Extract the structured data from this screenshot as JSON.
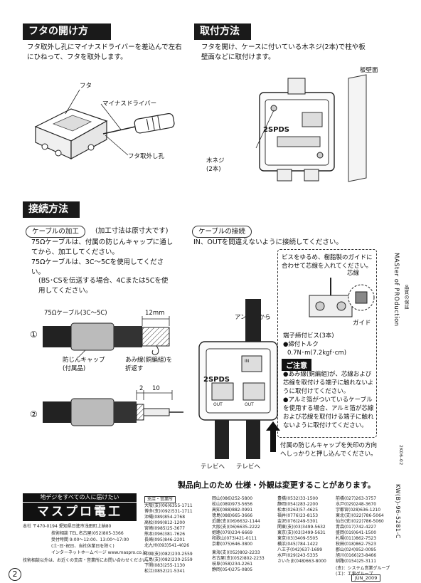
{
  "sections": {
    "open_lid": {
      "title": "フタの開け方",
      "text": "フタ取外し孔にマイナスドライバーを差込んで左右にひねって、フタを取外します。",
      "label_lid": "フタ",
      "label_driver": "マイナスドライバー",
      "label_hole": "フタ取外し孔"
    },
    "mounting": {
      "title": "取付方法",
      "text": "フタを開け、ケースに付いている木ネジ(2本)で柱や板壁面などに取付けます。",
      "label_wall": "板壁面",
      "label_screw": "木ネジ",
      "label_screw_count": "(2本)",
      "device_label": "2SPDS"
    },
    "connection": {
      "title": "接続方法",
      "cable_prep": {
        "pill": "ケーブルの加工",
        "note": "(加工寸法は原寸大です)",
        "bullet1": "75Ωケーブルは、付属の防じんキャップに通してから、加工してください。",
        "bullet2": "75Ωケーブルは、3C〜5Cを使用してください。",
        "bs_note": "(BS･CSを伝送する場合、4Cまたは5Cを使用してください。",
        "cable_label": "75Ωケーブル(3C〜5C)",
        "dim_12": "12mm",
        "step1": "①",
        "cap_label": "防じんキャップ",
        "cap_note": "(付属品)",
        "braid_label": "あみ線(銅編組)を",
        "braid_note": "折返す",
        "step2": "②",
        "dim_2": "2",
        "dim_10": "10"
      },
      "cable_connect": {
        "pill": "ケーブルの接続",
        "text": "IN、OUTを間違えないように接続してください。",
        "screw_note": "ビスをゆるめ、樹脂製のガイドに合わせて芯線を入れてください。",
        "core_label": "芯線",
        "guide_label": "ガイド",
        "antenna_label": "アンテナから",
        "terminal_label": "端子締付ビス(3本)",
        "torque_label": "●締付トルク",
        "torque_value": "0.7N･m(7.2kgf･cm)",
        "caution_title": "ご注意",
        "caution1": "●あみ線(銅編組)が、芯線および芯線を取付ける端子に触れないように取付けてください。",
        "caution2": "●アルミ箔がついているケーブルを使用する場合、アルミ箔が芯線および芯線を取付ける端子に触れないように取付けてください。",
        "cap_instruction": "付属の防じんキャップを矢印の方向へしっかりと押し込んでください。",
        "tv_label_1": "テレビへ",
        "tv_label_2": "テレビへ",
        "device_label": "2SPDS",
        "port_in": "IN",
        "port_out_1": "OUT",
        "port_out_2": "OUT"
      }
    }
  },
  "side_vertical": "MASter of PROduction",
  "side_vertical_sub": "品質の保証",
  "side_code_1": "2K06-02",
  "side_code_2": "KW(B)-96-5281-C",
  "notice": "製品向上のため 仕様・外観は変更することがあります。",
  "company": {
    "slogan": "地デジをすべての人に届けたい",
    "name": "マスプロ電工",
    "address": "本社 〒470-0194 愛知県日進市浅田町上納80",
    "tech": "技術相談 TEL.名古屋(052)805-3366",
    "hours": "受付時間 9:00〜12:00、13:00〜17:00",
    "holiday": "(土･日･祝日、当社休業日を除く)",
    "web": "インターネットホームページ www.maspro.co.jp",
    "product_note": "技術相談以外は、お近くの支店・営業所にお問い合わせください。",
    "branch_header": "支店・営業所"
  },
  "contacts_col1": [
    "大阪(支)(06)6355-1711",
    "博多(支)(092)531-1711",
    "沖縄(089)854-2768",
    "高松(099)812-1200",
    "宮崎(0985)25-3677",
    "熊本(096)381-7626",
    "長崎(095)846-2201",
    "北九州(093)541-4026"
  ],
  "contacts_col1b": [
    "中国(支)(082)230-2559",
    "広島(支)(082)230-2559",
    "下関(083)255-1130",
    "松江(0852)21-5341"
  ],
  "contacts_col2": [
    "岡山(086)252-5800",
    "松山(089)973-5656",
    "高知(088)882-0991",
    "徳島(088)665-3666",
    "近畿(支)(06)6632-1144",
    "大阪(支)(06)6635-2222",
    "姫路(079)234-6669",
    "和歌山(073)421-0111",
    "京都(075)646-3800"
  ],
  "contacts_col2b": [
    "東海(支)(052)802-2233",
    "名古屋(支)(052)802-2233",
    "岐阜(058)234-2261",
    "静岡(054)275-0805"
  ],
  "contacts_col3": [
    "豊橋(0532)33-1500",
    "静岡(054)283-2200",
    "松本(0263)57-4625",
    "福井(0776)23-8153",
    "金沢(076)249-5301",
    "関東(支)(03)3499-5632",
    "東京(支)(03)3499-5631",
    "東京(03)3409-5505",
    "横浜(045)784-1422",
    "八王子(042)637-1699",
    "水戸(029)243-5335",
    "さいたま(048)663-8000"
  ],
  "contacts_col4": [
    "前橋(027)263-3757",
    "水戸(029)248-3670",
    "宇都宮(028)636-1210",
    "東北(支)(022)786-5064",
    "仙台(支)(022)786-5060",
    "青森(017)742-4227",
    "盛岡(019)641-1500",
    "札幌(011)862-7523",
    "秋田(018)862-7523",
    "郡山(024)952-0095",
    "旭川(0166)23-8466",
    "釧路(0154)25-3111"
  ],
  "contacts_notes": [
    "(支)：システム営業グループ",
    "(工)：工事グループ"
  ],
  "date_code": "JUN_2009",
  "page_number": "2"
}
